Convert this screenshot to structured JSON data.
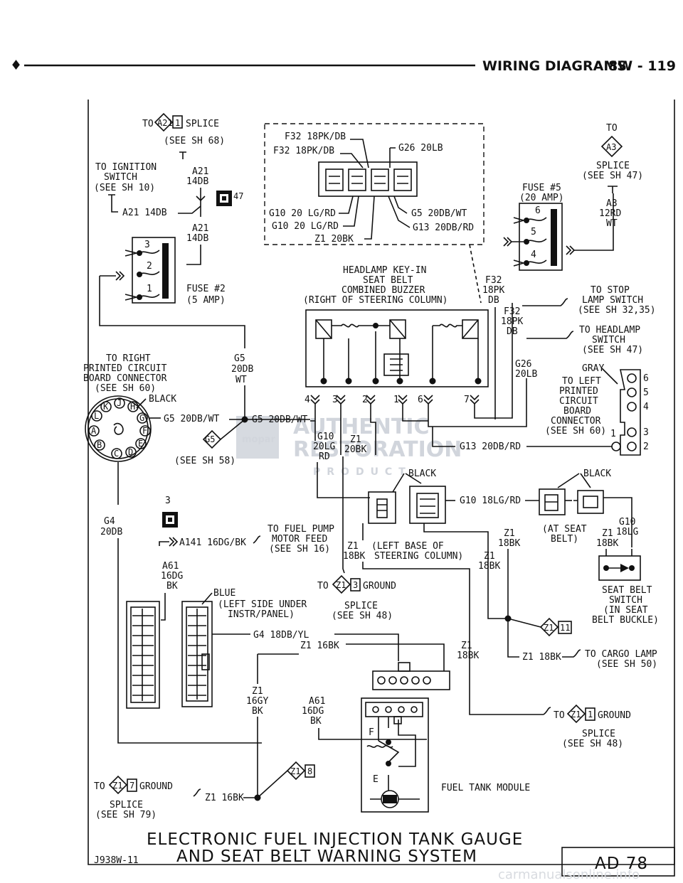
{
  "header": {
    "bullet": "♦",
    "section": "WIRING DIAGRAMS",
    "page": "8W - 119"
  },
  "splices": {
    "a21": {
      "prefix": "TO",
      "id": "A21",
      "num": "1",
      "suffix": "SPLICE",
      "ref": "(SEE SH 68)"
    },
    "a3": {
      "prefix": "TO",
      "id": "A3",
      "l1": "SPLICE",
      "ref": "(SEE SH 47)"
    },
    "g5": {
      "id": "G5",
      "ref": "(SEE SH 58)"
    },
    "z1_3": {
      "prefix": "TO",
      "id": "Z1",
      "num": "3",
      "suffix": "GROUND",
      "l1": "SPLICE",
      "ref": "(SEE SH 48)"
    },
    "z1_11": {
      "id": "Z1",
      "num": "11"
    },
    "z1_1": {
      "prefix": "TO",
      "id": "Z1",
      "num": "1",
      "suffix": "GROUND",
      "l1": "SPLICE",
      "ref": "(SEE SH 48)"
    },
    "z1_7": {
      "prefix": "TO",
      "id": "Z1",
      "num": "7",
      "suffix": "GROUND",
      "l1": "SPLICE",
      "ref": "(SEE SH 79)"
    },
    "z1_8": {
      "id": "Z1",
      "num": "8"
    }
  },
  "ignition": {
    "l1": "TO IGNITION",
    "l2": "SWITCH",
    "l3": "(SEE SH 10)"
  },
  "wires": {
    "a21_top": {
      "l1": "A21",
      "l2": "14DB"
    },
    "a21_left": "A21 14DB",
    "a21_bottom": {
      "l1": "A21",
      "l2": "14DB"
    },
    "fuse_block_pin": "47",
    "g5_vert": {
      "l1": "G5",
      "l2": "20DB",
      "l3": "WT"
    },
    "g5_conn": "G5 20DB/WT",
    "g5_right": "G5 20DB/WT",
    "g4_vert": {
      "l1": "G4",
      "l2": "20DB"
    },
    "a141": "A141 16DG/BK",
    "a61_left": {
      "l1": "A61",
      "l2": "16DG",
      "l3": "BK"
    },
    "f32_a": {
      "l1": "F32",
      "l2": "18PK",
      "l3": "DB"
    },
    "f32_b": {
      "l1": "F32",
      "l2": "18PK",
      "l3": "DB"
    },
    "g26": {
      "l1": "G26",
      "l2": "20LB"
    },
    "g10_bottom": {
      "l1": "G10",
      "l2": "20LG",
      "l3": "RD"
    },
    "z1_bottom": {
      "l1": "Z1",
      "l2": "20BK"
    },
    "g13_bottom": "G13 20DB/RD",
    "g10_18": "G10 18LG/RD",
    "z1_18a": {
      "l1": "Z1",
      "l2": "18BK"
    },
    "z1_18b": {
      "l1": "Z1",
      "l2": "18BK"
    },
    "z1_18c": {
      "l1": "Z1",
      "l2": "18BK"
    },
    "z1_18d": {
      "l1": "Z1",
      "l2": "18BK"
    },
    "z1_18e": {
      "l1": "Z1",
      "l2": "18BK"
    },
    "g10_18r": {
      "l1": "G10",
      "l2": "18LG"
    },
    "z1_18bk_cargo": "Z1 18BK",
    "g4_18": "G4 18DB/YL",
    "z1_16": "Z1 16BK",
    "z1_16gy": {
      "l1": "Z1",
      "l2": "16GY",
      "l3": "BK"
    },
    "a61_right": {
      "l1": "A61",
      "l2": "16DG",
      "l3": "BK"
    },
    "z1_16_bottom": "Z1 16BK"
  },
  "fuse2": {
    "l1": "FUSE #2",
    "l2": "(5 AMP)",
    "pins": [
      "3",
      "2",
      "1"
    ]
  },
  "fuse5": {
    "l1": "FUSE #5",
    "l2": "(20 AMP)",
    "pins": [
      "6",
      "5",
      "4"
    ]
  },
  "buzzer_inset": {
    "w1": "F32 18PK/DB",
    "w2": "F32 18PK/DB",
    "w3": "G26 20LB",
    "w4": "G10 20 LG/RD",
    "w5": "G10 20 LG/RD",
    "w6": "Z1 20BK",
    "w7": "G5 20DB/WT",
    "w8": "G13 20DB/RD"
  },
  "buzzer": {
    "l1": "HEADLAMP KEY-IN",
    "l2": "SEAT BELT",
    "l3": "COMBINED BUZZER",
    "l4": "(RIGHT OF STEERING COLUMN)",
    "pins": [
      "4",
      "3",
      "2",
      "1",
      "6",
      "7"
    ]
  },
  "stop_lamp": {
    "prefix": "TO STOP",
    "l1": "LAMP SWITCH",
    "l2": "(SEE SH 32,35)"
  },
  "headlamp": {
    "l1": "TO HEADLAMP",
    "l2": "SWITCH",
    "l3": "(SEE SH 47)"
  },
  "pcb_conn": {
    "color": "GRAY",
    "l1": "TO LEFT",
    "l2": "PRINTED",
    "l3": "CIRCUIT",
    "l4": "BOARD",
    "l5": "CONNECTOR",
    "l6": "(SEE SH 60)",
    "pins": [
      "6",
      "5",
      "4",
      "3",
      "2",
      "1"
    ]
  },
  "right_pcb": {
    "l1": "TO RIGHT",
    "l2": "PRINTED CIRCUIT",
    "l3": "BOARD CONNECTOR",
    "l4": "(SEE SH 60)",
    "color": "BLACK",
    "pins": [
      "K",
      "J",
      "H",
      "G",
      "F",
      "E",
      "D",
      "C",
      "B",
      "A",
      "L"
    ]
  },
  "left_base": {
    "color": "BLACK",
    "l1": "(LEFT BASE OF",
    "l2": "STEERING COLUMN)"
  },
  "seat_conn": {
    "color": "BLACK",
    "l1": "(AT SEAT",
    "l2": "BELT)"
  },
  "seat_switch": {
    "l1": "SEAT BELT",
    "l2": "SWITCH",
    "l3": "(IN SEAT",
    "l4": "BELT BUCKLE)"
  },
  "cargo": {
    "l1": "TO CARGO LAMP",
    "l2": "(SEE SH 50)"
  },
  "fuel_pump": {
    "l1": "TO FUEL PUMP",
    "l2": "MOTOR FEED",
    "l3": "(SEE SH 16)",
    "pin": "3"
  },
  "left_side": {
    "color": "BLUE",
    "l1": "(LEFT SIDE UNDER",
    "l2": "INSTR/PANEL)"
  },
  "fuel_tank": {
    "label": "FUEL TANK MODULE",
    "f": "F",
    "e": "E"
  },
  "watermark": {
    "w1": "AUTHENTIC",
    "w2": "RESTORATION",
    "w3": "PRODUCT",
    "logo": "mopar"
  },
  "title": {
    "l1": "ELECTRONIC FUEL INJECTION TANK GAUGE",
    "l2": "AND SEAT BELT WARNING SYSTEM",
    "code": "J938W-11",
    "box": "AD 78"
  },
  "footer_watermark": "carmanualsonline.info"
}
